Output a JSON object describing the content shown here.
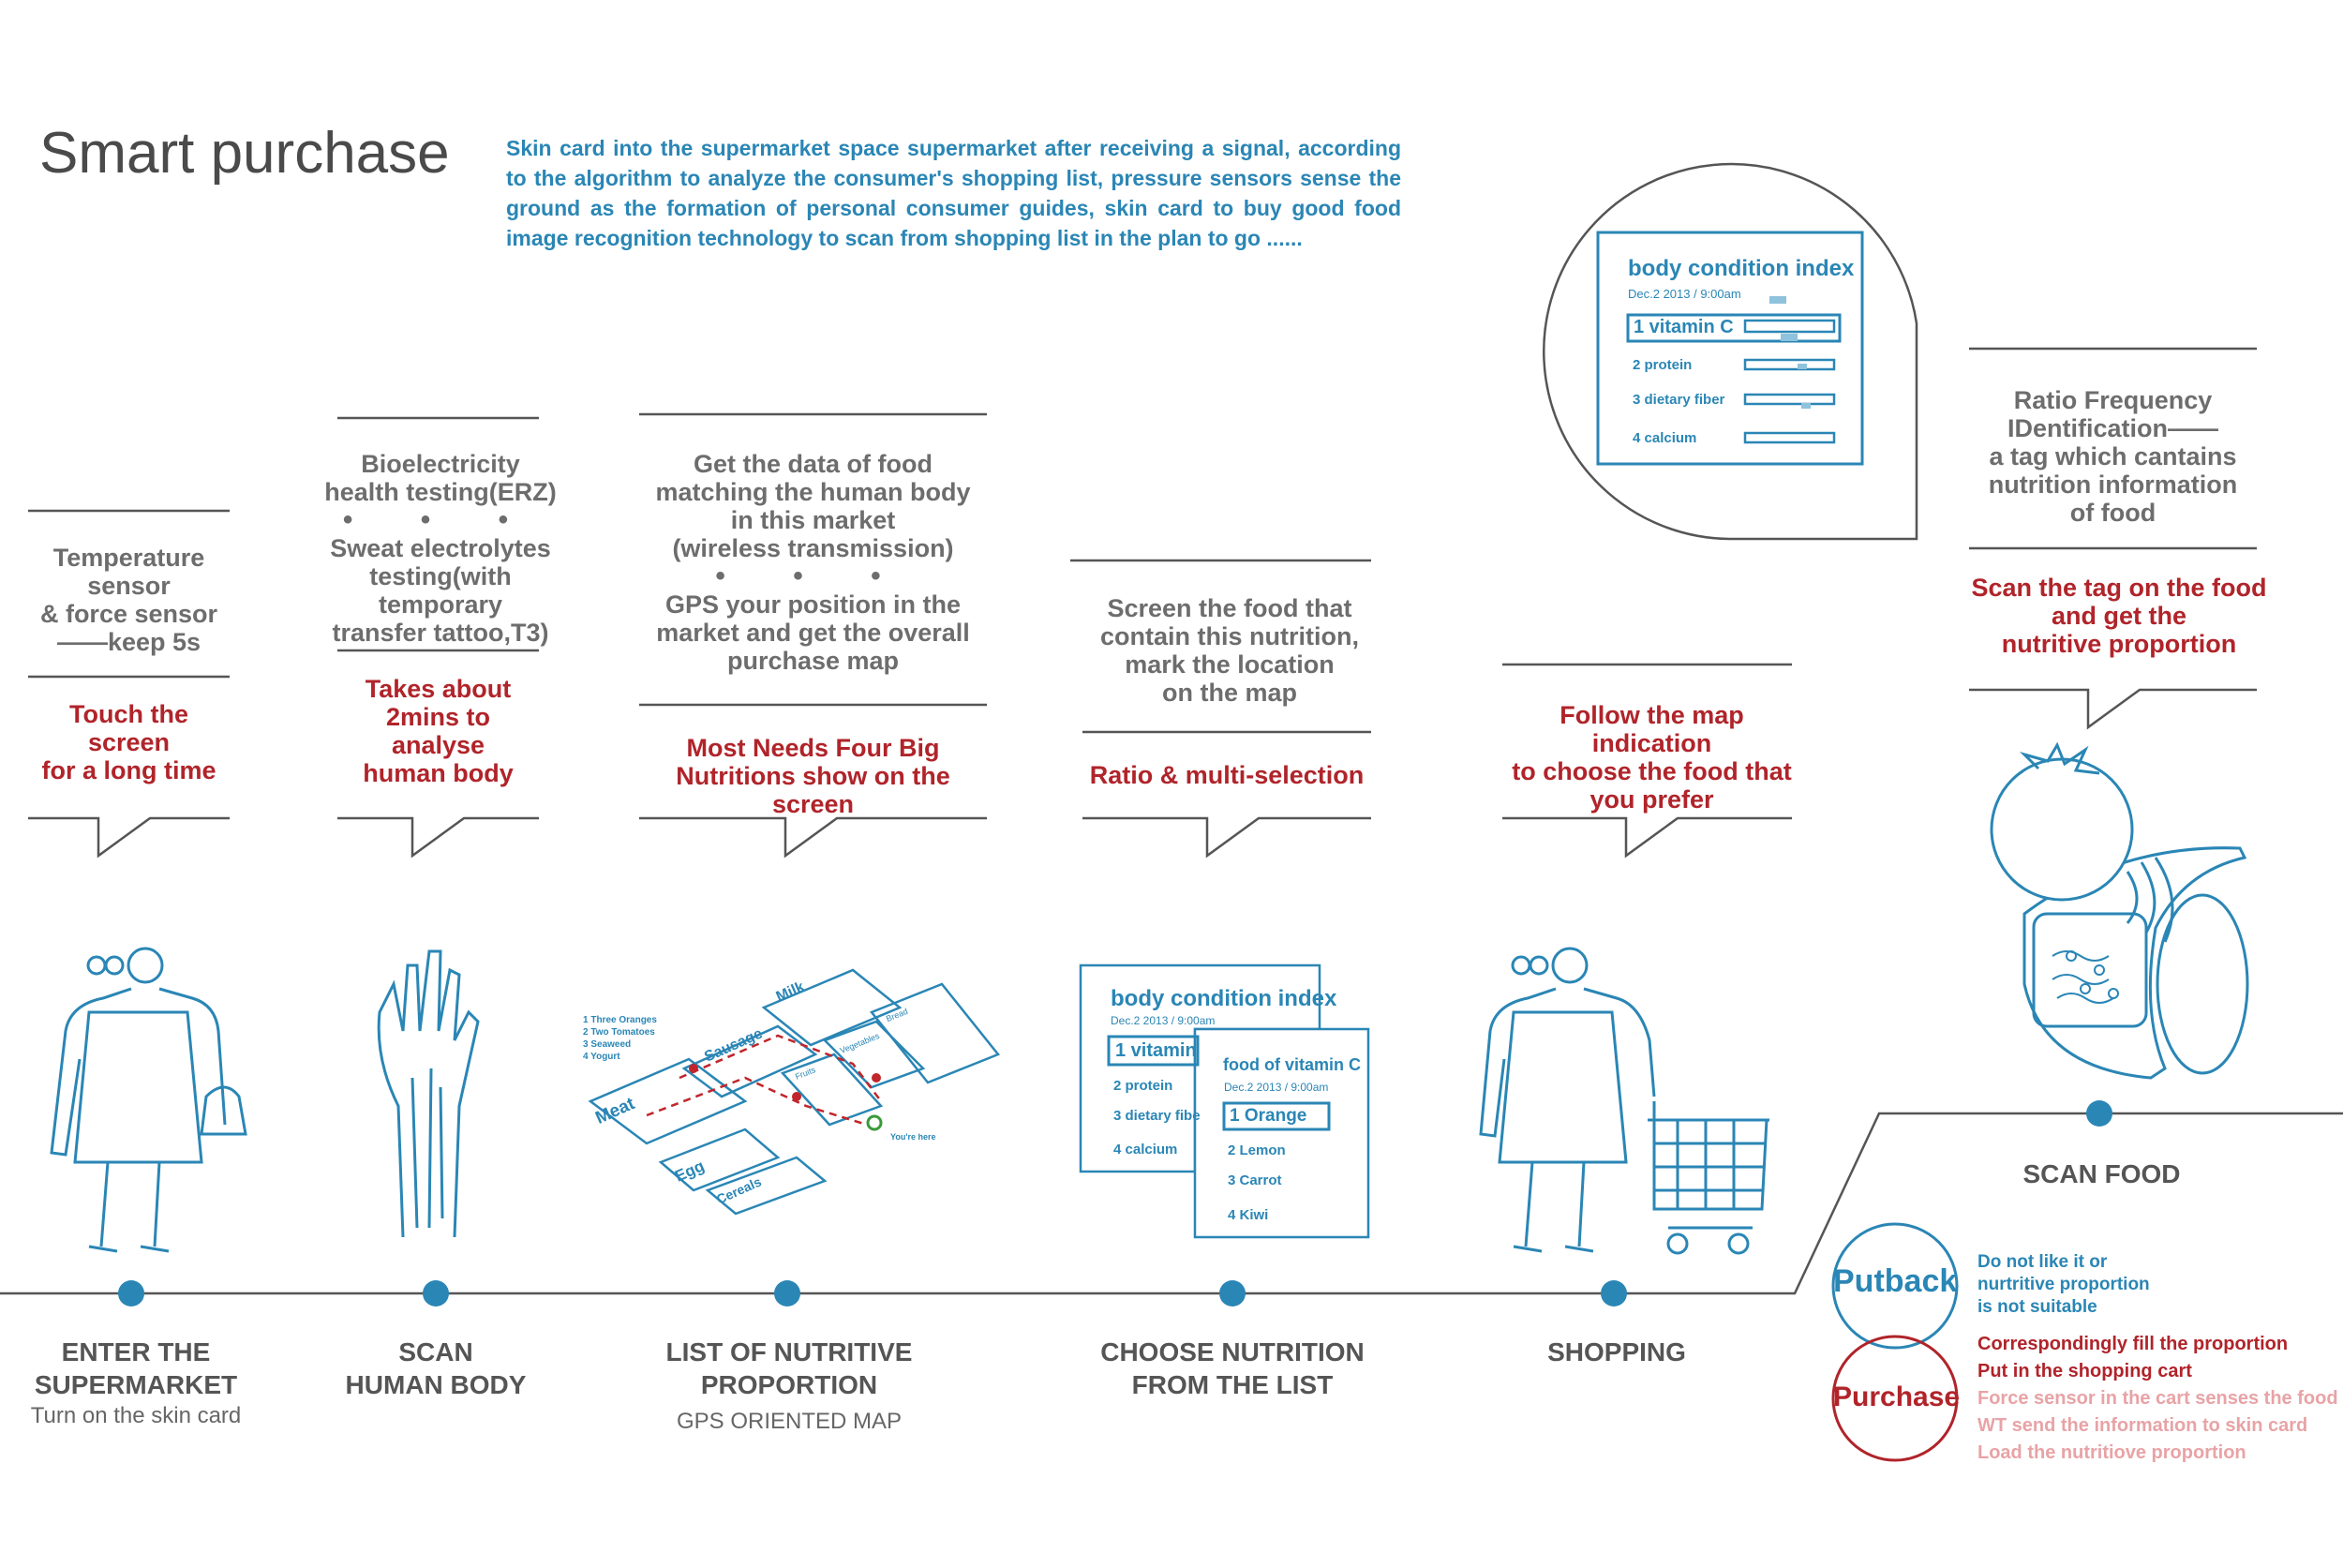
{
  "title": "Smart purchase",
  "intro": "Skin card into the supermarket space supermarket after receiving a signal, according to the algorithm to analyze the consumer's shopping list, pressure sensors sense the ground as the formation of personal consumer guides, skin card to buy good food image recognition technology to scan from shopping list in the plan to go ......",
  "steps": [
    {
      "desc": [
        "Temperature",
        "sensor",
        "& force sensor",
        "——keep 5s"
      ],
      "action": [
        "Touch the",
        "screen",
        "for a long time"
      ],
      "stage": [
        "ENTER THE",
        "SUPERMARKET"
      ],
      "sub": "Turn on the skin card"
    },
    {
      "desc": [
        "Bioelectricity",
        "health testing(ERZ)",
        "• • •",
        "Sweat electrolytes",
        "testing(with temporary",
        "transfer tattoo,T3)"
      ],
      "action": [
        "Takes about",
        "2mins to",
        "analyse",
        "human body"
      ],
      "stage": [
        "SCAN",
        "HUMAN BODY"
      ],
      "sub": ""
    },
    {
      "desc": [
        "Get the data of food",
        "matching the human body",
        "in this market",
        "(wireless transmission)",
        "• • •",
        "GPS your position in the",
        "market and get the overall",
        "purchase map"
      ],
      "action": [
        "Most Needs Four Big",
        "Nutritions show on the screen"
      ],
      "stage": [
        "LIST OF NUTRITIVE",
        "PROPORTION"
      ],
      "sub": "GPS ORIENTED MAP"
    },
    {
      "desc": [
        "Screen the food that",
        "contain this nutrition,",
        "mark the location",
        "on the map"
      ],
      "action": [
        "Ratio & multi-selection"
      ],
      "stage": [
        "CHOOSE NUTRITION",
        "FROM THE LIST"
      ],
      "sub": ""
    },
    {
      "desc": [],
      "action": [
        "Follow the map indication",
        "to choose the food that",
        "you prefer"
      ],
      "stage": [
        "SHOPPING"
      ],
      "sub": ""
    },
    {
      "desc": [
        "Ratio Frequency",
        "IDentification——",
        "a tag which cantains",
        "nutrition information",
        "of food"
      ],
      "action": [
        "Scan the tag on the food",
        "and get the",
        "nutritive proportion"
      ],
      "stage": [
        "SCAN FOOD"
      ],
      "sub": ""
    }
  ],
  "body_index": {
    "title": "body condition index",
    "date": "Dec.2 2013 / 9:00am",
    "items": [
      "1 vitamin C",
      "2 protein",
      "3 dietary fiber",
      "4 calcium"
    ]
  },
  "body_index_small": {
    "title": "body condition index",
    "date": "Dec.2 2013 / 9:00am",
    "items": [
      "1 vitamin",
      "2 protein",
      "3 dietary fibe",
      "4 calcium"
    ]
  },
  "food_doc": {
    "title": "food of vitamin C",
    "date": "Dec.2 2013 / 9:00am",
    "items": [
      "1 Orange",
      "2 Lemon",
      "3 Carrot",
      "4 Kiwi"
    ]
  },
  "map": {
    "list": [
      "1 Three Oranges",
      "2 Two Tomatoes",
      "3 Seaweed",
      "4 Yogurt"
    ],
    "labels": [
      "Meat",
      "Egg",
      "Cereals",
      "Sausage",
      "Milk",
      "Fruits",
      "Vegetables",
      "Bread"
    ],
    "here": "You're here"
  },
  "putback": {
    "label": "Putback",
    "notes": [
      "Do not like it or",
      "nurtritive proportion",
      "is not suitable"
    ]
  },
  "purchase": {
    "label": "Purchase",
    "notes": [
      "Correspondingly fill the proportion",
      "Put in the shopping cart"
    ],
    "faded": [
      "Force sensor in the cart senses the food",
      "WT send the information to skin card",
      "Load the nutritiove proportion"
    ]
  },
  "colors": {
    "blue": "#2a86b5",
    "red": "#b0242a",
    "gray": "#6d6d6d",
    "pink": "#e8a3a6",
    "line": "#555555"
  }
}
